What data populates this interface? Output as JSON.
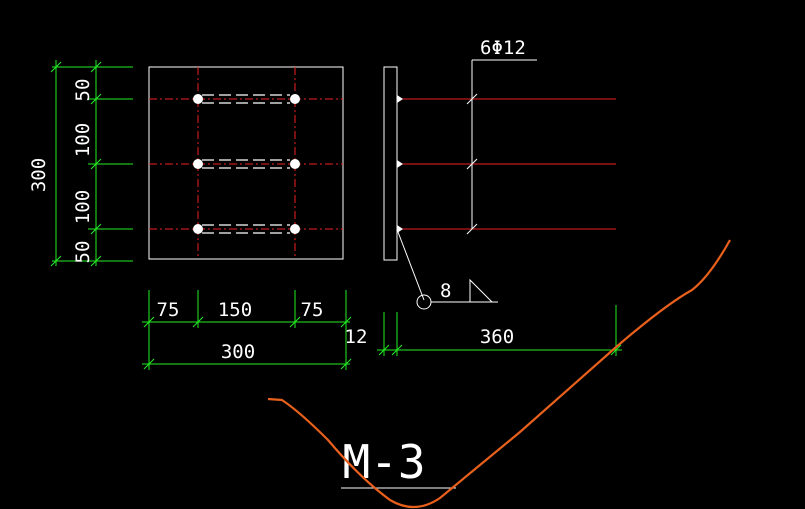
{
  "drawing": {
    "title": "M-3",
    "colors": {
      "background": "#000000",
      "outline": "#ffffff",
      "dimension": "#22ee22",
      "centerline": "#ee2020",
      "markup": "#e8601c"
    },
    "plan_view": {
      "vertical_dims": [
        "50",
        "100",
        "100",
        "50"
      ],
      "vertical_total": "300",
      "horizontal_dims": [
        "75",
        "150",
        "75"
      ],
      "horizontal_total": "300"
    },
    "side_view": {
      "bar_label": "6Φ12",
      "plate_thickness": "12",
      "anchor_length": "360",
      "weld_size": "8"
    }
  }
}
